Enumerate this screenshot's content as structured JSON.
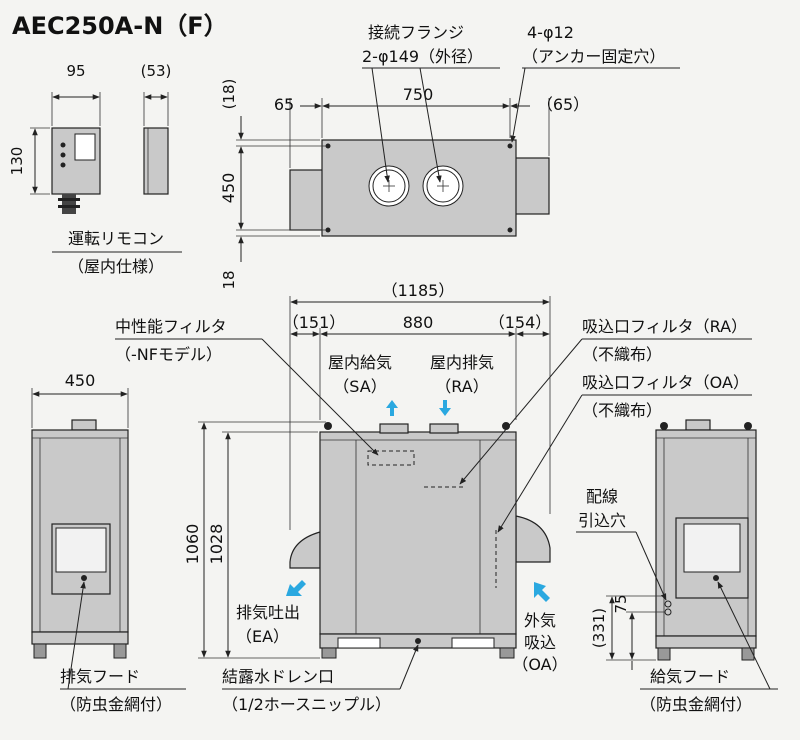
{
  "title": "AEC250A-N（F）",
  "remote": {
    "dim_width": "95",
    "dim_depth": "(53)",
    "dim_height": "130",
    "label_line1": "運転リモコン",
    "label_line2": "（屋内仕様）"
  },
  "top_view": {
    "flange_line1": "接続フランジ",
    "flange_line2": "2-φ149（外径）",
    "anchor_line1": "4-φ12",
    "anchor_line2": "（アンカー固定穴）",
    "dim_left": "65",
    "dim_mid": "750",
    "dim_right": "（65）",
    "dim_top": "(18)",
    "dim_height": "450",
    "dim_bottom": "18"
  },
  "front_view": {
    "dim_overall": "（1185）",
    "dim_left": "（151）",
    "dim_mid": "880",
    "dim_right": "（154）",
    "dim_h1": "1060",
    "dim_h2": "1028",
    "filter_mid_line1": "中性能フィルタ",
    "filter_mid_line2": "（-NFモデル）",
    "sa_line1": "屋内給気",
    "sa_line2": "（SA）",
    "ra_line1": "屋内排気",
    "ra_line2": "（RA）",
    "filter_ra_line1": "吸込口フィルタ（RA）",
    "filter_ra_line2": "（不織布）",
    "filter_oa_line1": "吸込口フィルタ（OA）",
    "filter_oa_line2": "（不織布）",
    "ea_line1": "排気吐出",
    "ea_line2": "（EA）",
    "oa_line1": "外気",
    "oa_line2": "吸込",
    "oa_line3": "（OA）",
    "drain_line1": "結露水ドレン口",
    "drain_line2": "（1/2ホースニップル）"
  },
  "left_view": {
    "dim_width": "450",
    "hood_line1": "排気フード",
    "hood_line2": "（防虫金網付）"
  },
  "right_view": {
    "wiring_line1": "配線",
    "wiring_line2": "引込穴",
    "dim_a": "(331)",
    "dim_b": "75",
    "hood_line1": "給気フード",
    "hood_line2": "（防虫金網付）"
  },
  "colors": {
    "body_fill": "#c9c9c9",
    "airflow_arrow": "#2aa8e0",
    "background": "#f4f4f2"
  }
}
